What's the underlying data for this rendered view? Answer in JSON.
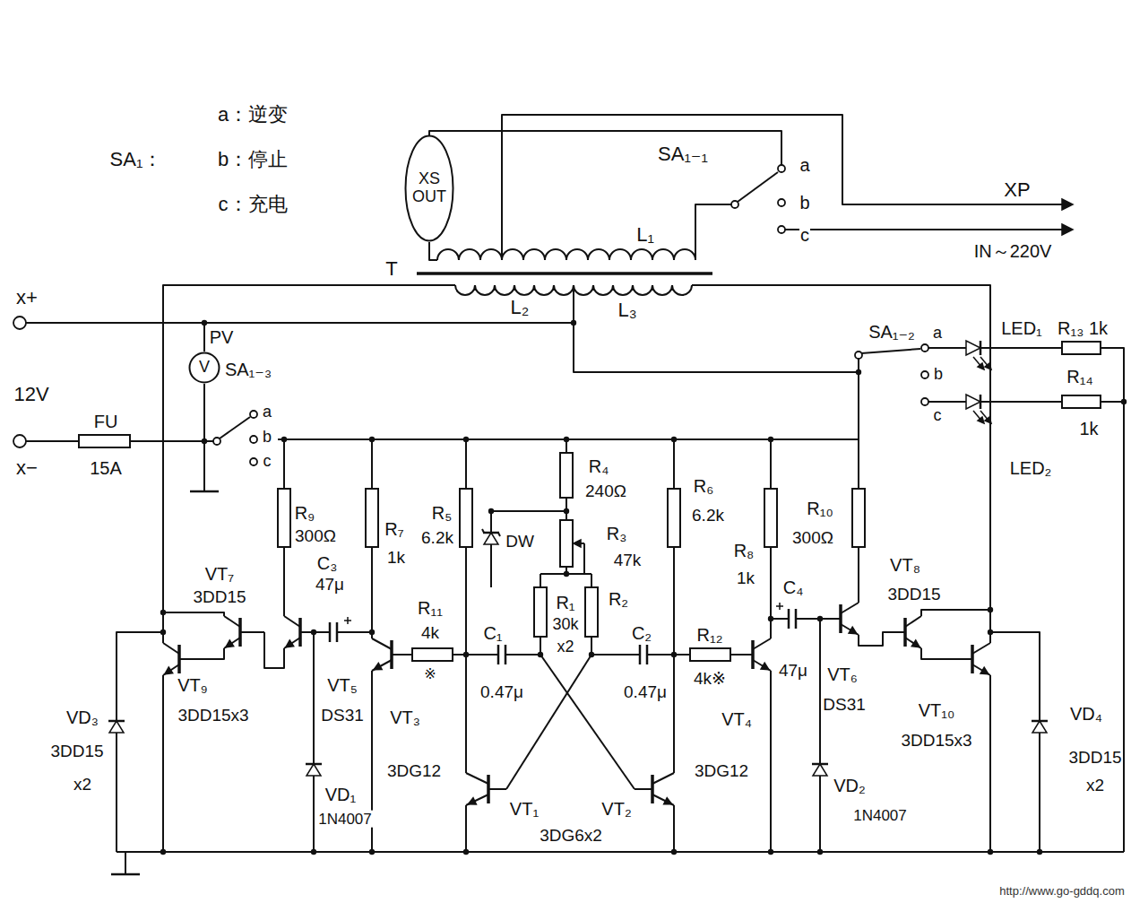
{
  "diagram": {
    "nodes": [
      {
        "text": [
          "XS OUT"
        ]
      },
      {
        "text": [
          "V"
        ]
      }
    ],
    "labels": [
      "a：逆变",
      "SA₁：",
      "b：停止",
      "c：充电",
      "SA₁₋₁",
      "a",
      "b",
      "c",
      "XP",
      "IN～220V",
      "L₁",
      "T",
      "L₂",
      "L₃",
      "x+",
      "12V",
      "x−",
      "FU",
      "15A",
      "PV",
      "SA₁₋₃",
      "a",
      "b",
      "c",
      "SA₁₋₂",
      "a",
      "b",
      "c",
      "LED₁",
      "R₁₃ 1k",
      "R₁₄",
      "1k",
      "LED₂",
      "R₉",
      "300Ω",
      "R₇",
      "1k",
      "R₅",
      "6.2k",
      "R₄",
      "240Ω",
      "DW",
      "R₃",
      "47k",
      "C₃",
      "47μ",
      "VT₇",
      "3DD15",
      "R₁₁",
      "4k",
      "※",
      "C₁",
      "R₁",
      "30k",
      "x2",
      "R₂",
      "C₂",
      "R₆",
      "6.2k",
      "R₈",
      "1k",
      "R₁₀",
      "300Ω",
      "C₄",
      "47μ",
      "R₁₂",
      "4k※",
      "VT₈",
      "3DD15",
      "VT₉",
      "3DD15x3",
      "VT₅",
      "DS31",
      "VD₃",
      "3DD15",
      "x2",
      "VD₁",
      "1N4007",
      "VT₃",
      "3DG12",
      "0.47μ",
      "0.47μ",
      "VT₁",
      "VT₂",
      "3DG6x2",
      "VT₄",
      "3DG12",
      "VT₆",
      "DS31",
      "VD₂",
      "1N4007",
      "VT₁₀",
      "3DD15x3",
      "VD₄",
      "3DD15",
      "x2",
      "http://www.go-gddq.com"
    ]
  }
}
